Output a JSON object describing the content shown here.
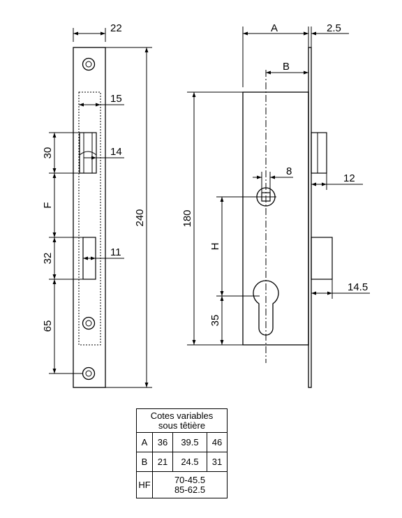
{
  "drawing": {
    "faceplate_width": "22",
    "faceplate_length": "240",
    "slot_width": "15",
    "latch_opening_height": "30",
    "latch_opening_width": "14",
    "dim_f": "F",
    "bolt_opening_height": "32",
    "bolt_opening_width": "11",
    "bottom_distance": "65",
    "backset": "A",
    "faceplate_thickness": "2.5",
    "dim_b": "B",
    "case_height": "180",
    "spindle_square": "8",
    "latch_projection": "12",
    "dim_h": "H",
    "cylinder_distance": "35",
    "bolt_projection": "14.5"
  },
  "table": {
    "title_line1": "Cotes variables",
    "title_line2": "sous têtière",
    "rows": [
      {
        "label": "A",
        "values": [
          "36",
          "39.5",
          "46"
        ]
      },
      {
        "label": "B",
        "values": [
          "21",
          "24.5",
          "31"
        ]
      }
    ],
    "hf": {
      "label": "HF",
      "line1": "70-45.5",
      "line2": "85-62.5"
    }
  }
}
